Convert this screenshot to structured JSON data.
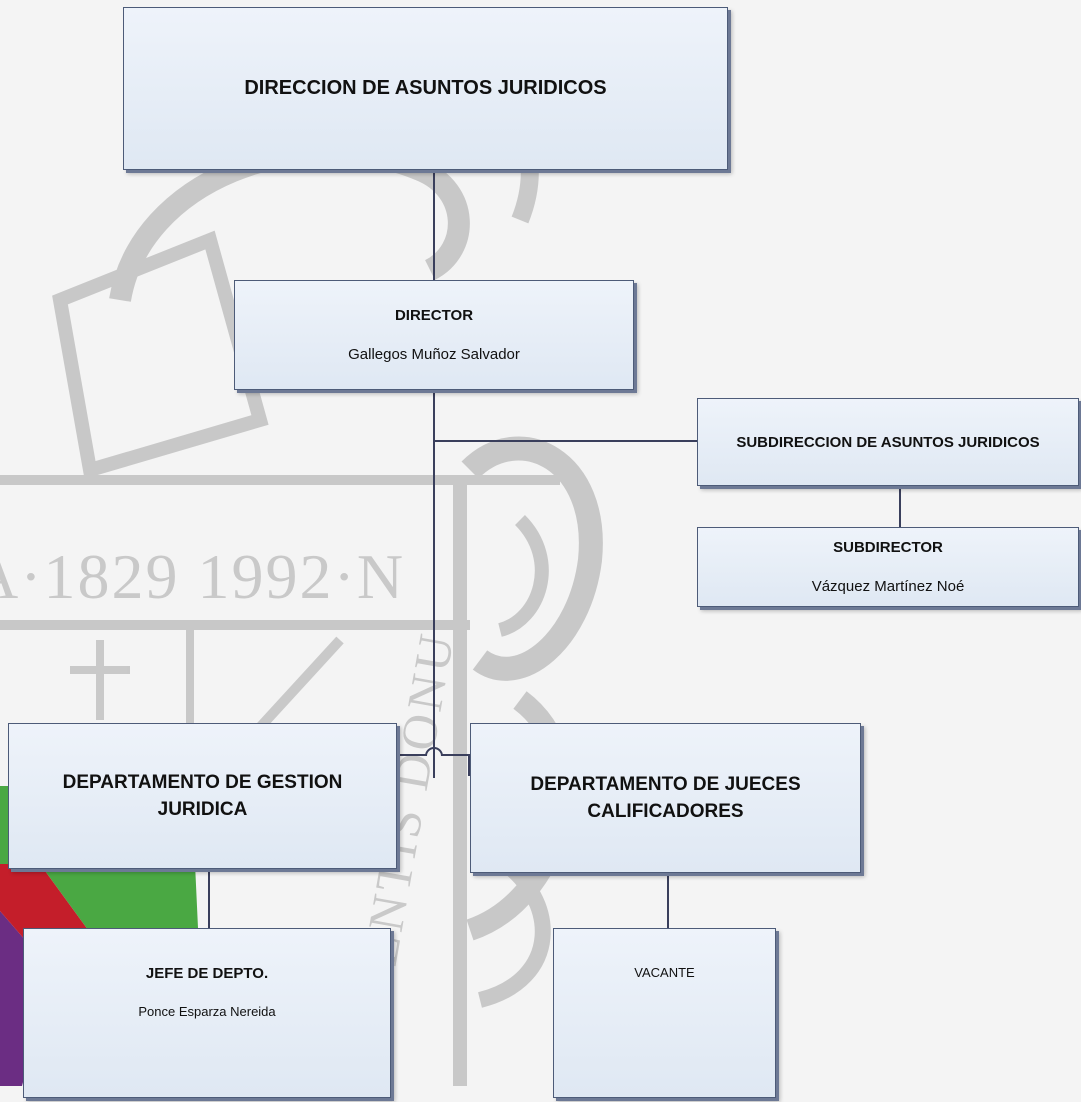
{
  "colors": {
    "box_fill": "#dfe8f3",
    "box_border": "#4d5b78",
    "connector": "#3a3f5c",
    "stripe_green": "#4aa843",
    "stripe_red": "#c41e2a",
    "stripe_purple": "#6b2d83"
  },
  "background": {
    "watermark_text_years": "A·1829 1992·N",
    "watermark_text_motto": "OR GENTIS DONU"
  },
  "org": {
    "top": {
      "title": "DIRECCION DE ASUNTOS JURIDICOS"
    },
    "director": {
      "title": "DIRECTOR",
      "name": "Gallegos Muñoz Salvador"
    },
    "subdireccion": {
      "title": "SUBDIRECCION DE ASUNTOS JURIDICOS"
    },
    "subdirector": {
      "title": "SUBDIRECTOR",
      "name": "Vázquez Martínez Noé"
    },
    "dept_gestion": {
      "title": "DEPARTAMENTO DE GESTION JURIDICA"
    },
    "dept_jueces": {
      "title": "DEPARTAMENTO DE JUECES CALIFICADORES"
    },
    "jefe_depto": {
      "title": "JEFE DE DEPTO.",
      "name": "Ponce Esparza Nereida"
    },
    "vacante": {
      "title": "VACANTE"
    }
  }
}
